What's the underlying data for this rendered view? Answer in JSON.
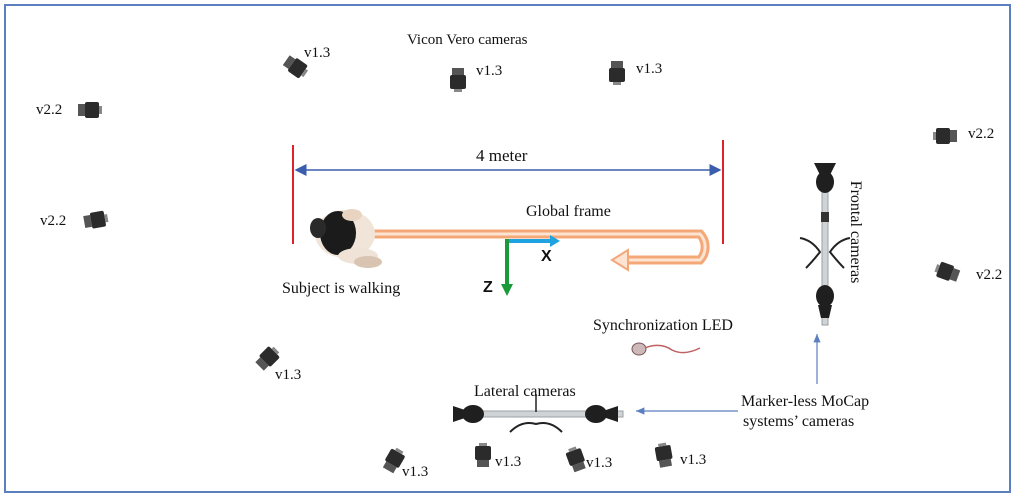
{
  "title": "Vicon Vero cameras",
  "camera_labels": {
    "v13": "v1.3",
    "v22": "v2.2"
  },
  "distance_label": "4 meter",
  "global_frame_label": "Global frame",
  "axis_x": "X",
  "axis_z": "Z",
  "subject_label": "Subject is walking",
  "frontal_label": "Frontal cameras",
  "sync_label": "Synchronization LED",
  "lateral_label": "Lateral cameras",
  "markerless_label_line1": "Marker-less MoCap",
  "markerless_label_line2": "systems’ cameras",
  "colors": {
    "border": "#5b7fbf",
    "dimension_line": "#3a5dae",
    "limit_lines": "#e0202a",
    "walk_path": "#f4a878",
    "axis_x": "#1fa3e0",
    "axis_z": "#1a9a3a",
    "camera_body": "#2b2b2b"
  }
}
